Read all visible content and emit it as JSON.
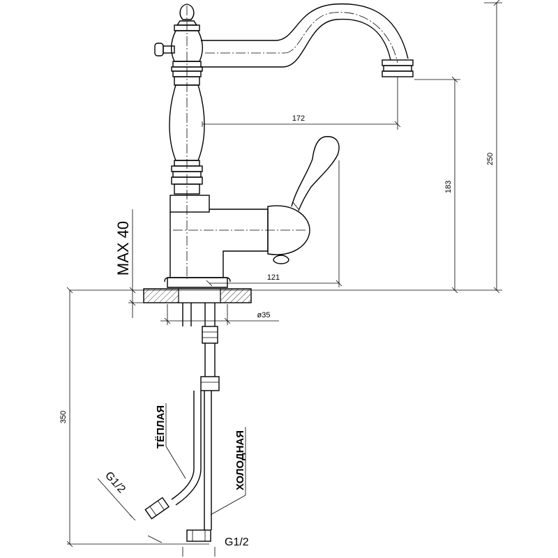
{
  "dimensions": {
    "spout_reach": "172",
    "spout_height": "183",
    "total_height": "250",
    "handle_reach": "121",
    "base_diameter": "ø35",
    "hose_length": "350",
    "max_thickness": "MAX 40"
  },
  "labels": {
    "warm": "ТЁПЛАЯ",
    "cold": "ХОЛОДНАЯ",
    "thread_warm": "G1/2",
    "thread_cold": "G1/2"
  }
}
